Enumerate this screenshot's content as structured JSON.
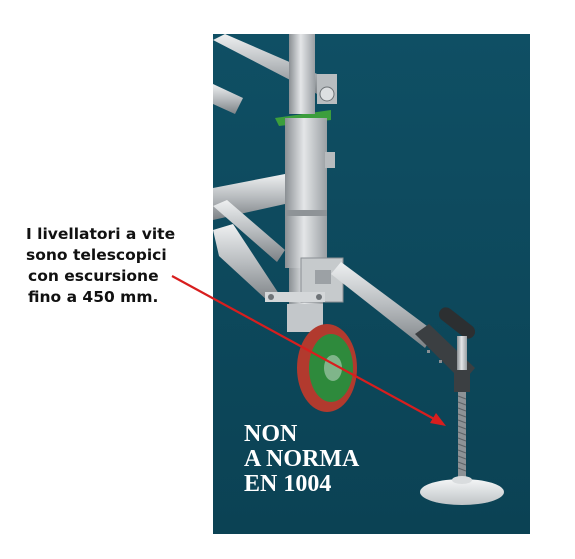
{
  "caption": {
    "lines": [
      "I livellatori a vite",
      "sono telescopici",
      "con escursione",
      "fino a 450 mm."
    ]
  },
  "stamp": {
    "lines": [
      "NON",
      "A NORMA",
      "EN 1004"
    ]
  },
  "colors": {
    "background": "#0e4a5e",
    "arrow": "#d81e1e",
    "tube": "#c9ccce",
    "wheel_tire": "#b23a2e",
    "wheel_hub": "#2e8a3c",
    "clamp": "#3c9e3c"
  }
}
